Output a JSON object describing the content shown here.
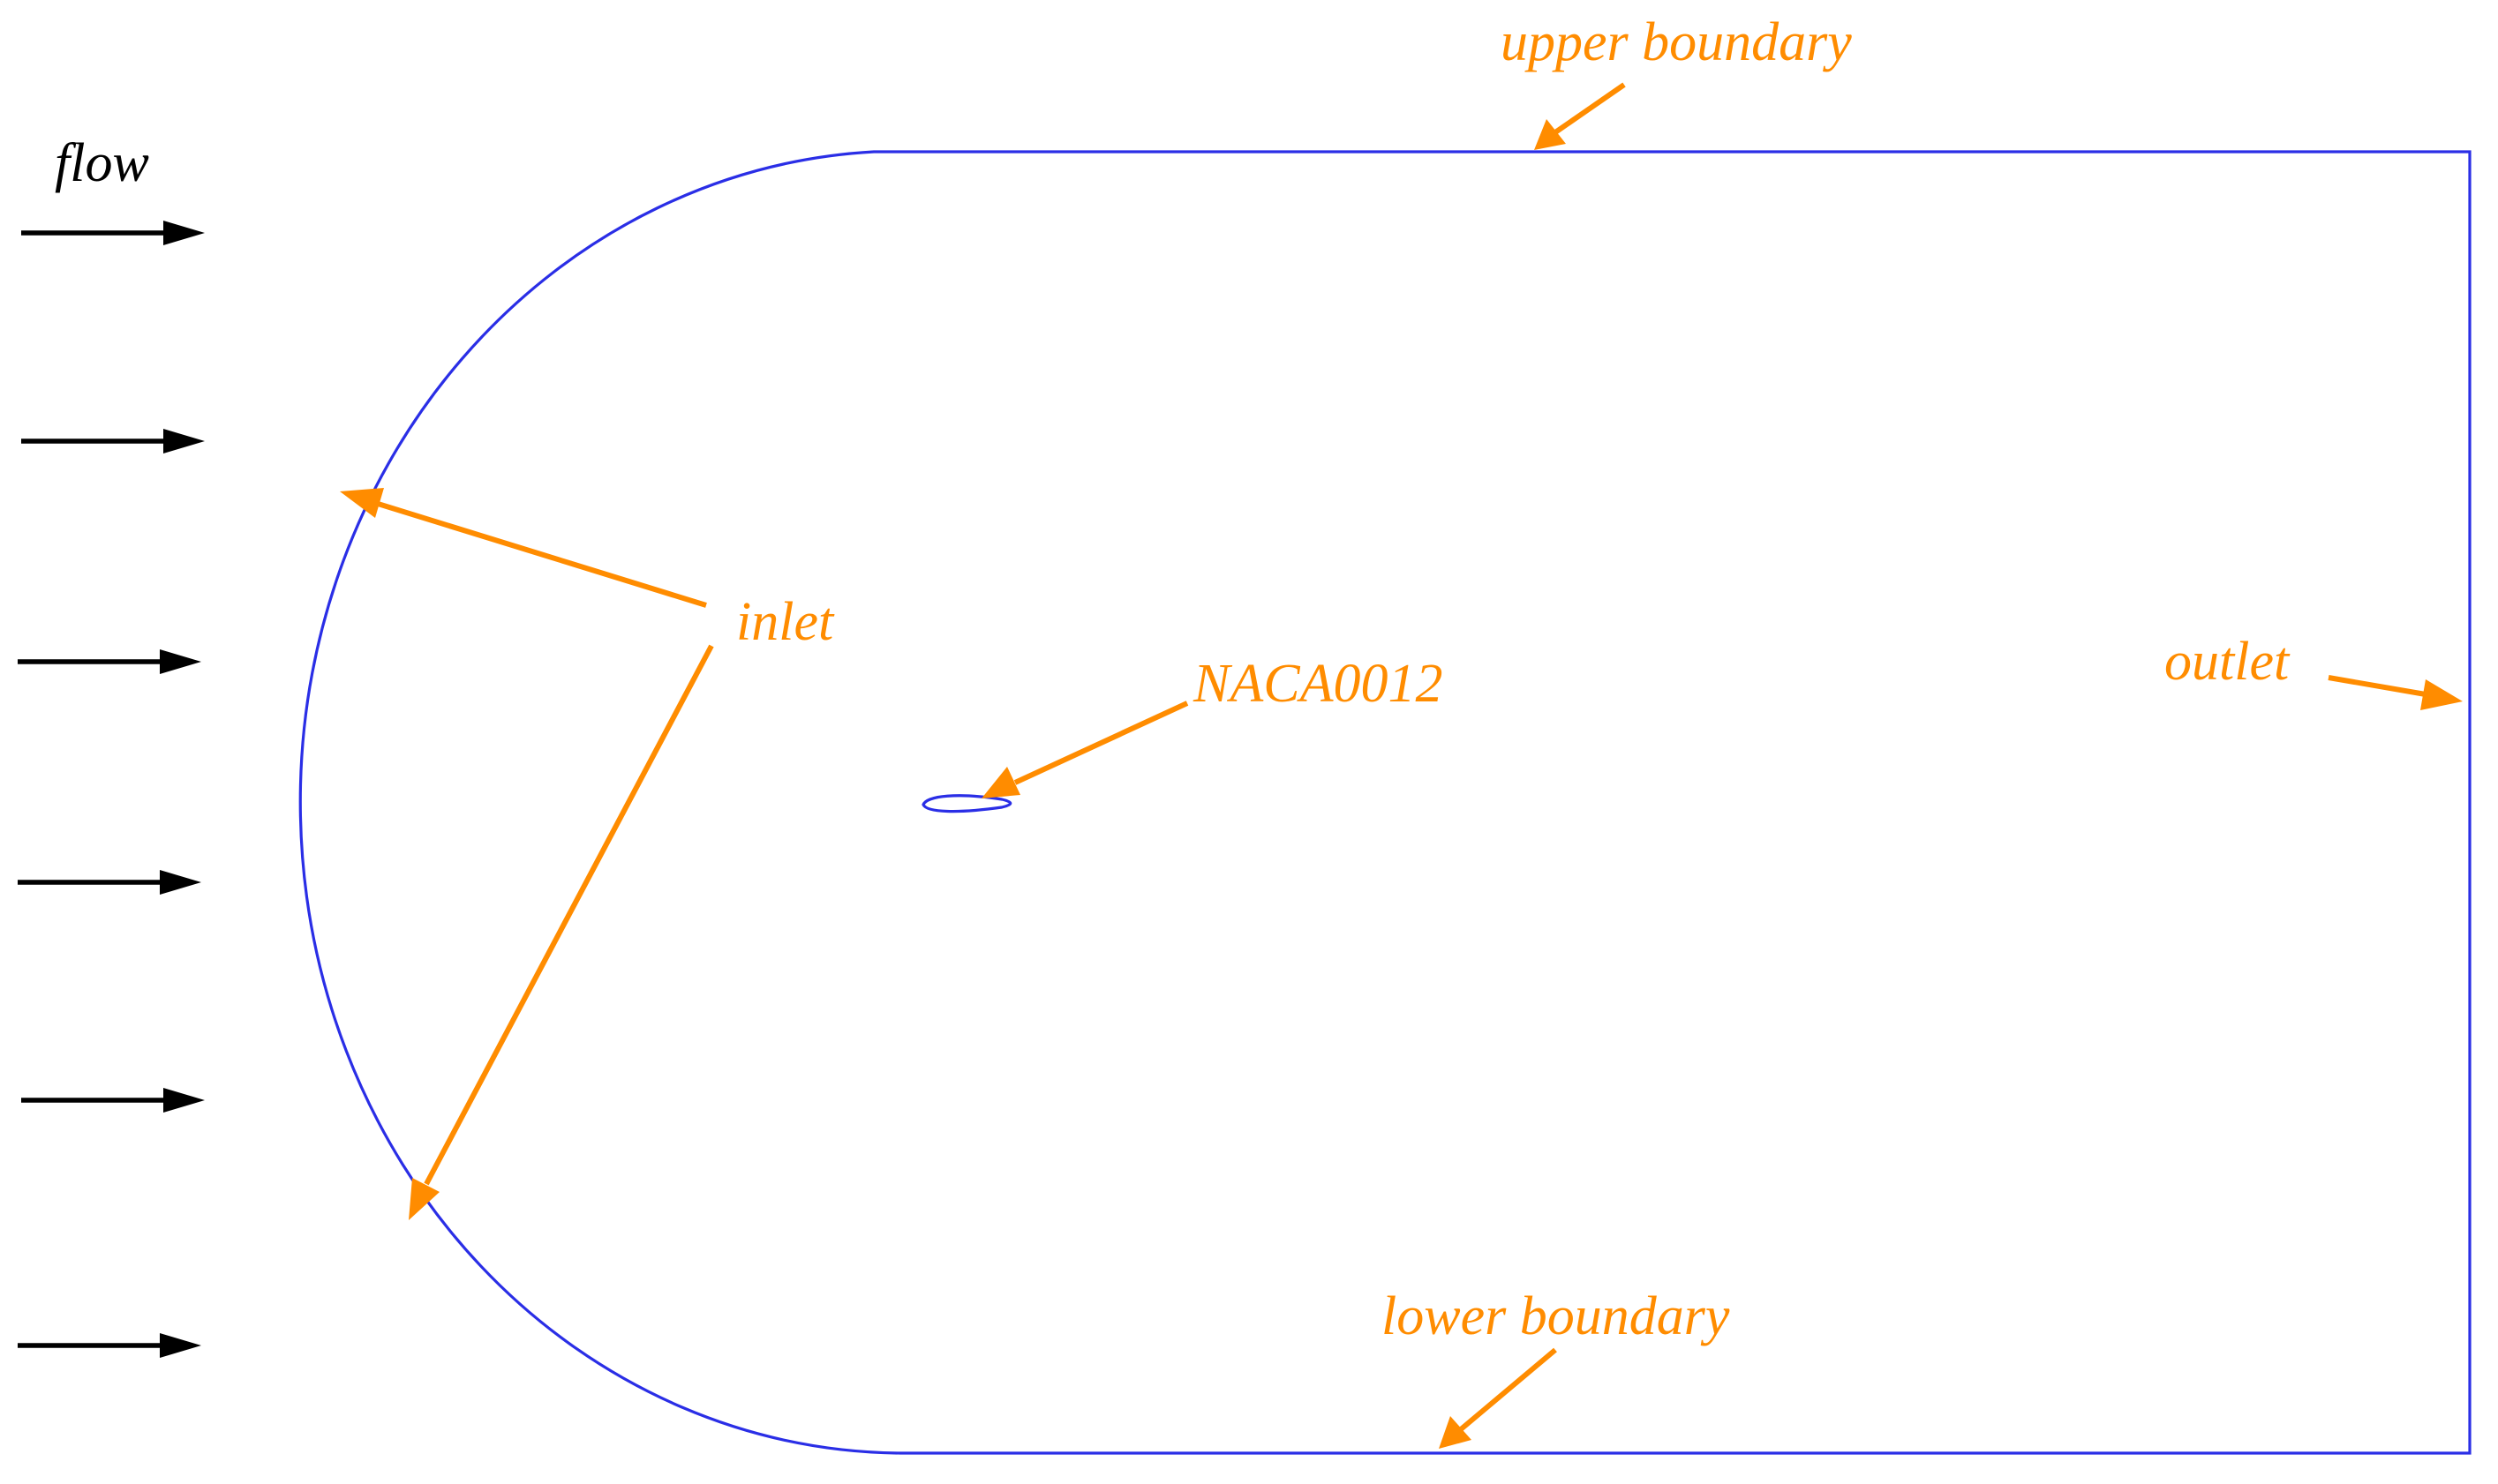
{
  "labels": {
    "flow": "flow",
    "upper_boundary": "upper boundary",
    "lower_boundary": "lower boundary",
    "inlet": "inlet",
    "outlet": "outlet",
    "airfoil": "NACA0012"
  },
  "colors": {
    "boundary": "#2a2ee6",
    "annotation": "#ff8c00",
    "flow_arrow": "#000000",
    "background": "#ffffff"
  },
  "flow_arrow_count": 6
}
